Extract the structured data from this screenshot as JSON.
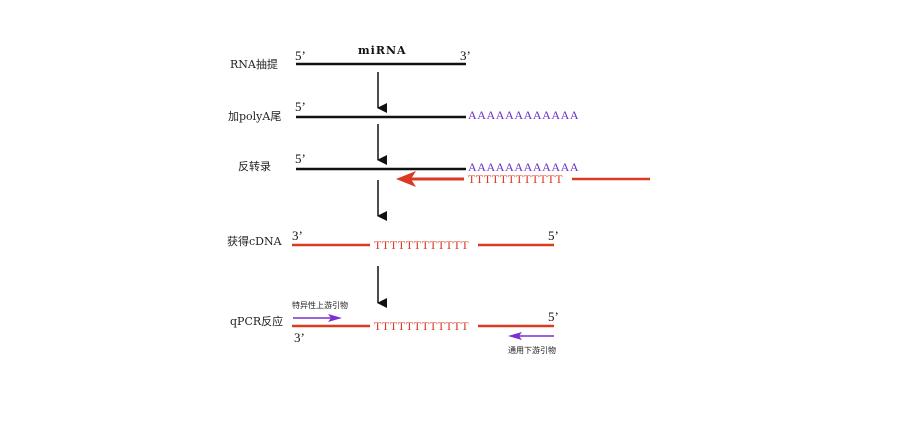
{
  "colors": {
    "rna": "#111111",
    "cdna": "#d93a22",
    "polya": "#6a2fc8",
    "primer": "#7a2fd0"
  },
  "stages": [
    {
      "label": "RNA抽提"
    },
    {
      "label": "加polyA尾"
    },
    {
      "label": "反转录"
    },
    {
      "label": "获得cDNA"
    },
    {
      "label": "qPCR反应"
    }
  ],
  "mirna_title": "miRNA",
  "ends": {
    "five_prime": "5’",
    "three_prime": "3’"
  },
  "polya_seq": "AAAAAAAAAAAA",
  "polyt_seq": "TTTTTTTTTTTT",
  "primers": {
    "forward": "特异性上游引物",
    "reverse": "通用下游引物"
  }
}
